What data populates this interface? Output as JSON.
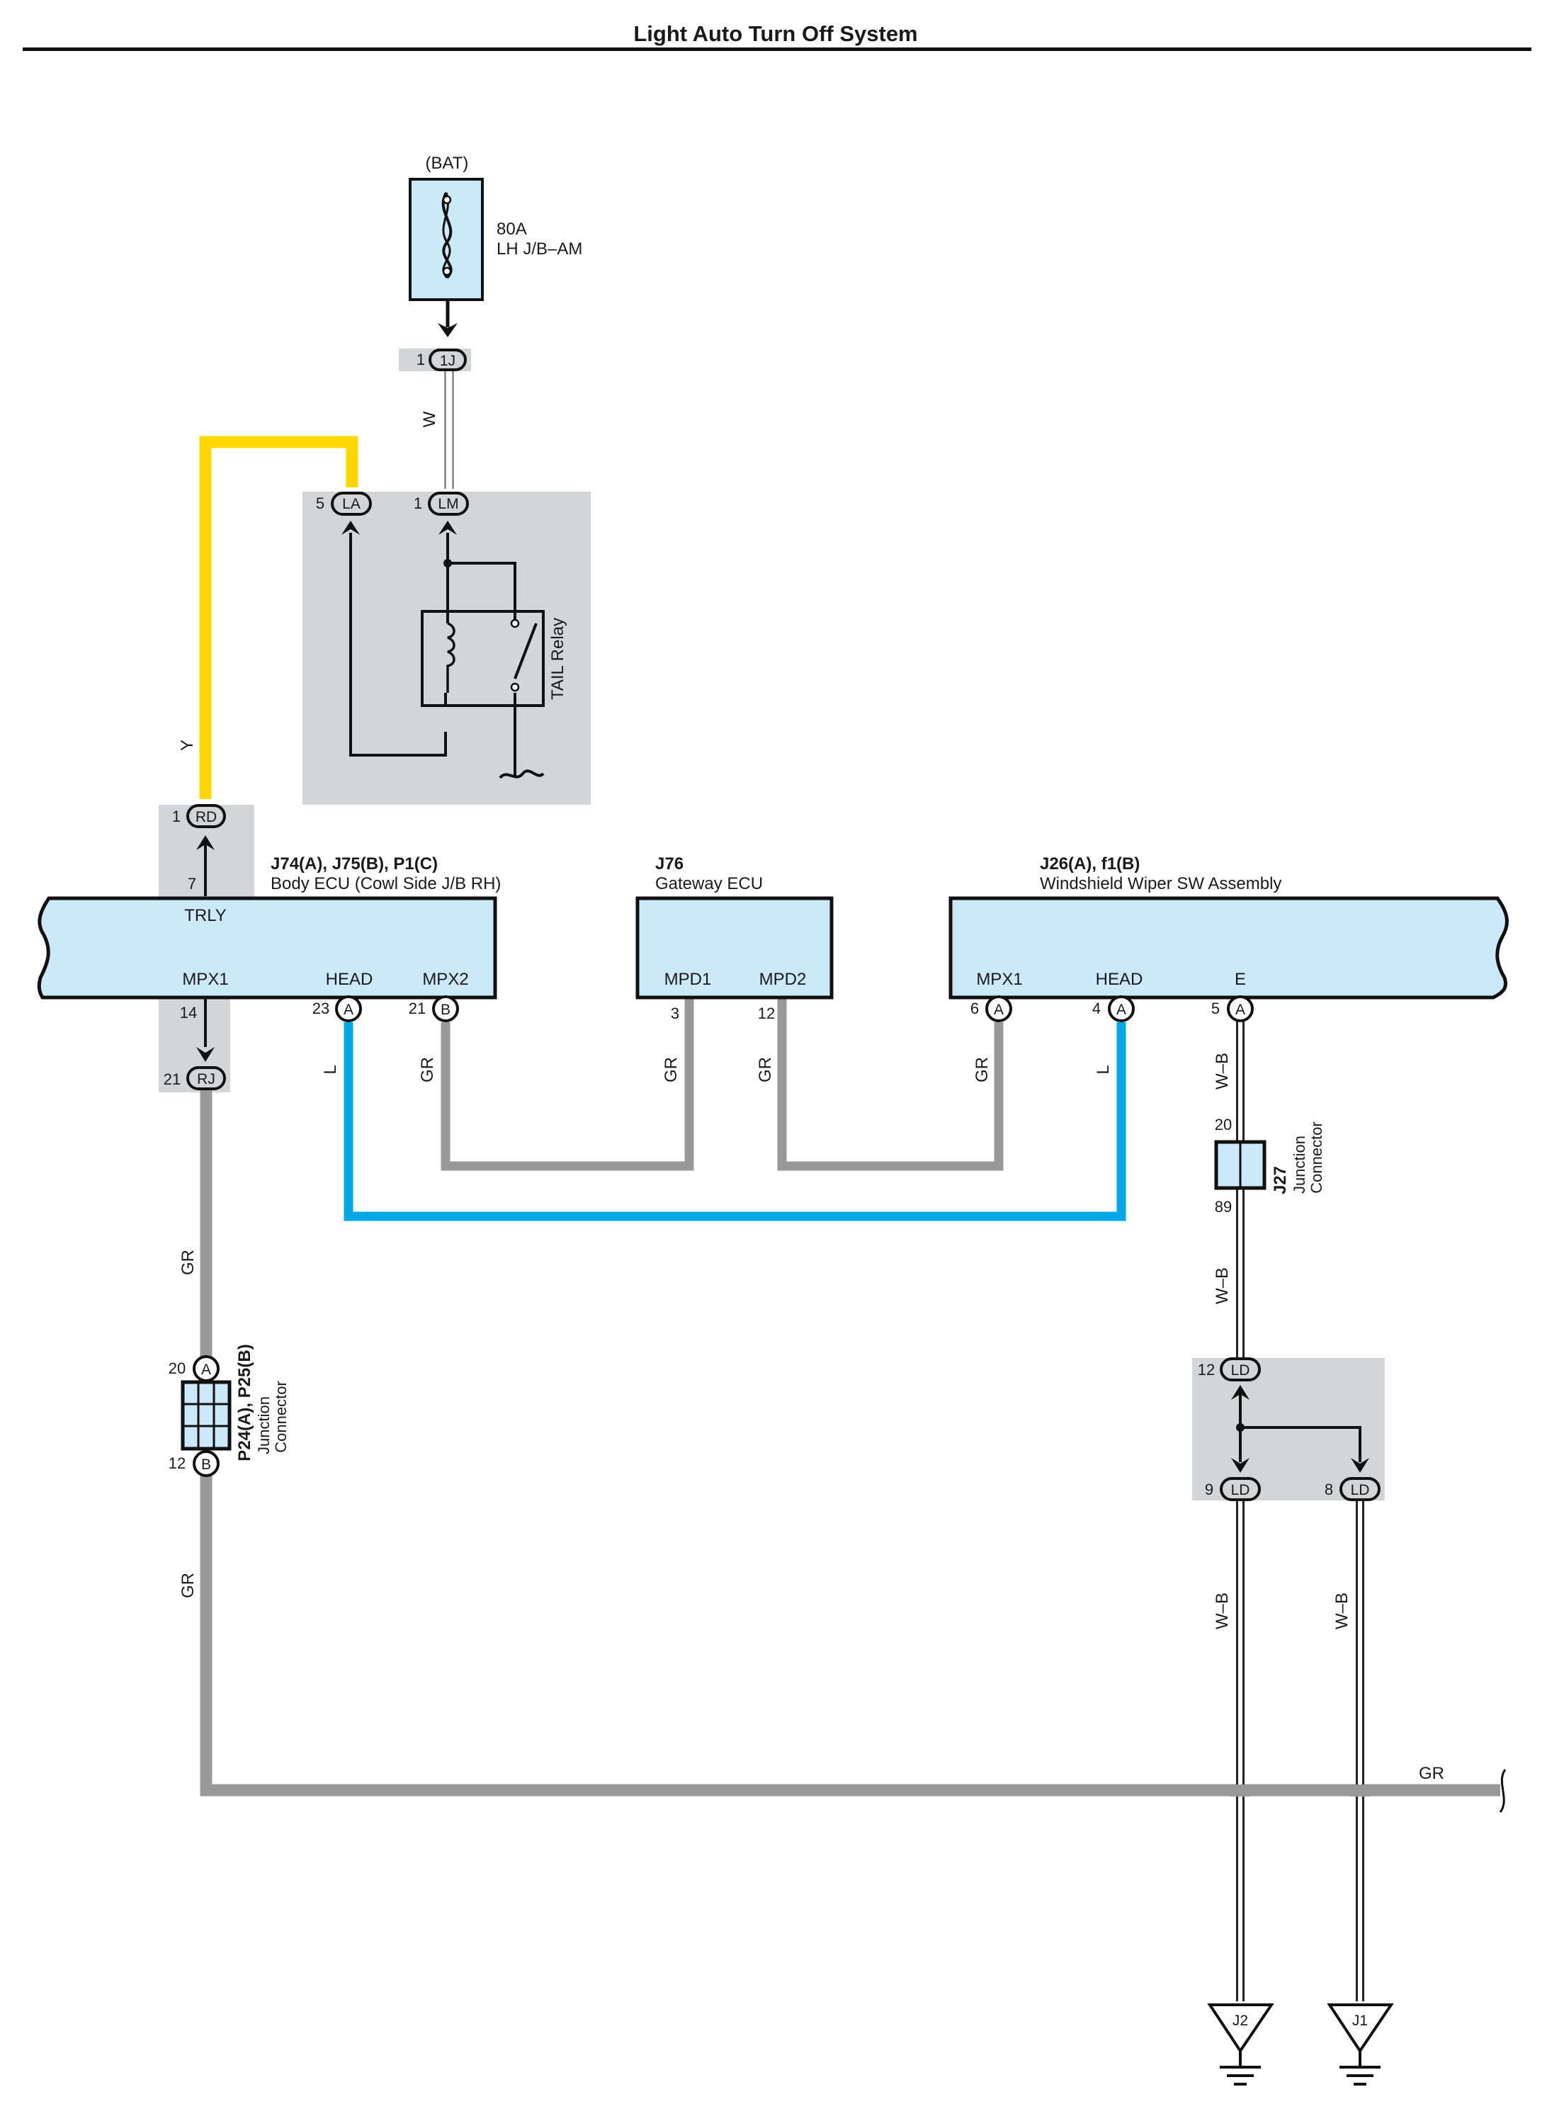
{
  "title": "Light Auto Turn Off System",
  "colors": {
    "yellow_wire": "#ffd700",
    "gray_wire": "#999999",
    "blue_wire": "#00a8e6",
    "white_wire": "#ffffff",
    "ecu_fill": "#cbe9f8",
    "shade": "#d4d5d7"
  },
  "power": {
    "source": "(BAT)",
    "fuse_rating": "80A",
    "fuse_name": "LH J/B–AM",
    "fuse_conn_pin": "1",
    "fuse_conn": "1J"
  },
  "relay": {
    "name": "TAIL Relay",
    "pin_la": "5",
    "conn_la": "LA",
    "pin_lm": "1",
    "conn_lm": "LM"
  },
  "body_ecu": {
    "codes": "J74(A), J75(B), P1(C)",
    "name": "Body ECU (Cowl Side J/B RH)",
    "term_trly": "TRLY",
    "term_mpx1": "MPX1",
    "term_head": "HEAD",
    "term_mpx2": "MPX2",
    "pin_rd": "1",
    "conn_rd": "RD",
    "pin_trly": "7",
    "pin_mpx1": "14",
    "pin_rj": "21",
    "conn_rj": "RJ",
    "pin_head": "23",
    "conn_head": "A",
    "pin_mpx2": "21",
    "conn_mpx2": "B"
  },
  "gateway": {
    "code": "J76",
    "name": "Gateway ECU",
    "term_mpd1": "MPD1",
    "term_mpd2": "MPD2",
    "pin_mpd1": "3",
    "pin_mpd2": "12"
  },
  "wiper": {
    "codes": "J26(A), f1(B)",
    "name": "Windshield Wiper SW Assembly",
    "term_mpx1": "MPX1",
    "term_head": "HEAD",
    "term_e": "E",
    "pin_mpx1": "6",
    "conn_mpx1": "A",
    "pin_head": "4",
    "conn_head": "A",
    "pin_e": "5",
    "conn_e": "A"
  },
  "j27": {
    "code": "J27",
    "name1": "Junction",
    "name2": "Connector",
    "pin_top": "20",
    "pin_bottom": "89"
  },
  "p24": {
    "code": "P24(A), P25(B)",
    "name1": "Junction",
    "name2": "Connector",
    "pin_top": "20",
    "conn_top": "A",
    "pin_bottom": "12",
    "conn_bottom": "B"
  },
  "ld_junction": {
    "pin_in": "12",
    "conn": "LD",
    "pin_out1": "9",
    "pin_out2": "8"
  },
  "wires": {
    "w": "W",
    "y": "Y",
    "l": "L",
    "gr": "GR",
    "wb": "W–B"
  },
  "grounds": {
    "g1": "J2",
    "g2": "J1"
  }
}
